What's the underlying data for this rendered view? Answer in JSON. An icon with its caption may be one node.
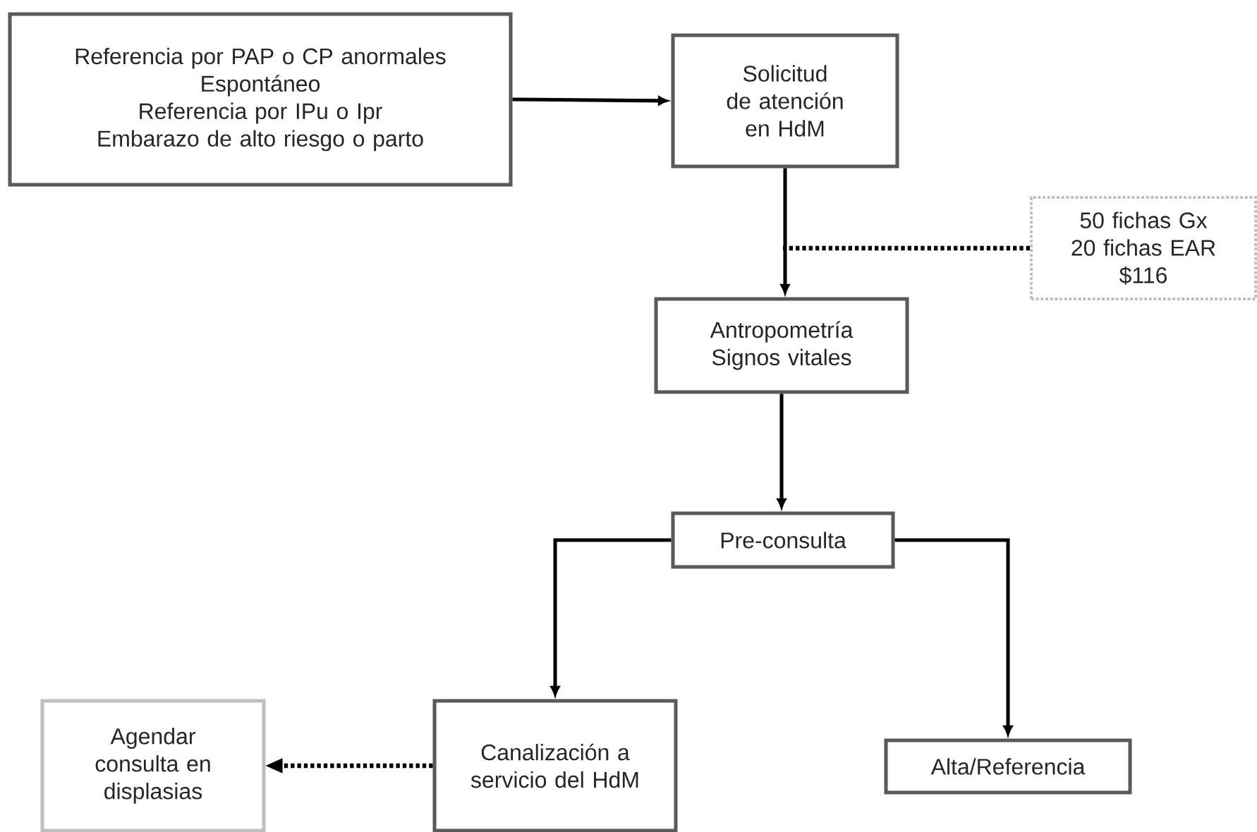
{
  "diagram": {
    "nodes": [
      {
        "text": [
          "Referencia por PAP o CP anormales",
          "Espontáneo",
          "Referencia por IPu o Ipr",
          "Embarazo de alto riesgo o parto"
        ]
      },
      {
        "text": [
          "Solicitud de atención en HdM"
        ]
      },
      {
        "text": [
          "50 fichas Gx",
          "20 fichas EAR",
          "$116"
        ]
      },
      {
        "text": [
          "Antropometría",
          "Signos vitales"
        ]
      },
      {
        "text": [
          "Pre-consulta"
        ]
      },
      {
        "text": [
          "Canalización a servicio del HdM"
        ]
      },
      {
        "text": [
          "Agendar consulta en displasias"
        ]
      },
      {
        "text": [
          "Alta/Referencia"
        ]
      }
    ],
    "edges": [
      {
        "from": 0,
        "to": 1,
        "arrow": "to"
      },
      {
        "from": 1,
        "to": 3,
        "arrow": "to"
      },
      {
        "from": 2,
        "to": null,
        "arrow": "none",
        "style": "dashed"
      },
      {
        "from": 3,
        "to": 4,
        "arrow": "to"
      },
      {
        "from": 4,
        "to": 5,
        "arrow": "to"
      },
      {
        "from": 4,
        "to": 7,
        "arrow": "to"
      },
      {
        "from": 5,
        "to": 6,
        "arrow": "to",
        "style": "dashed"
      }
    ]
  }
}
